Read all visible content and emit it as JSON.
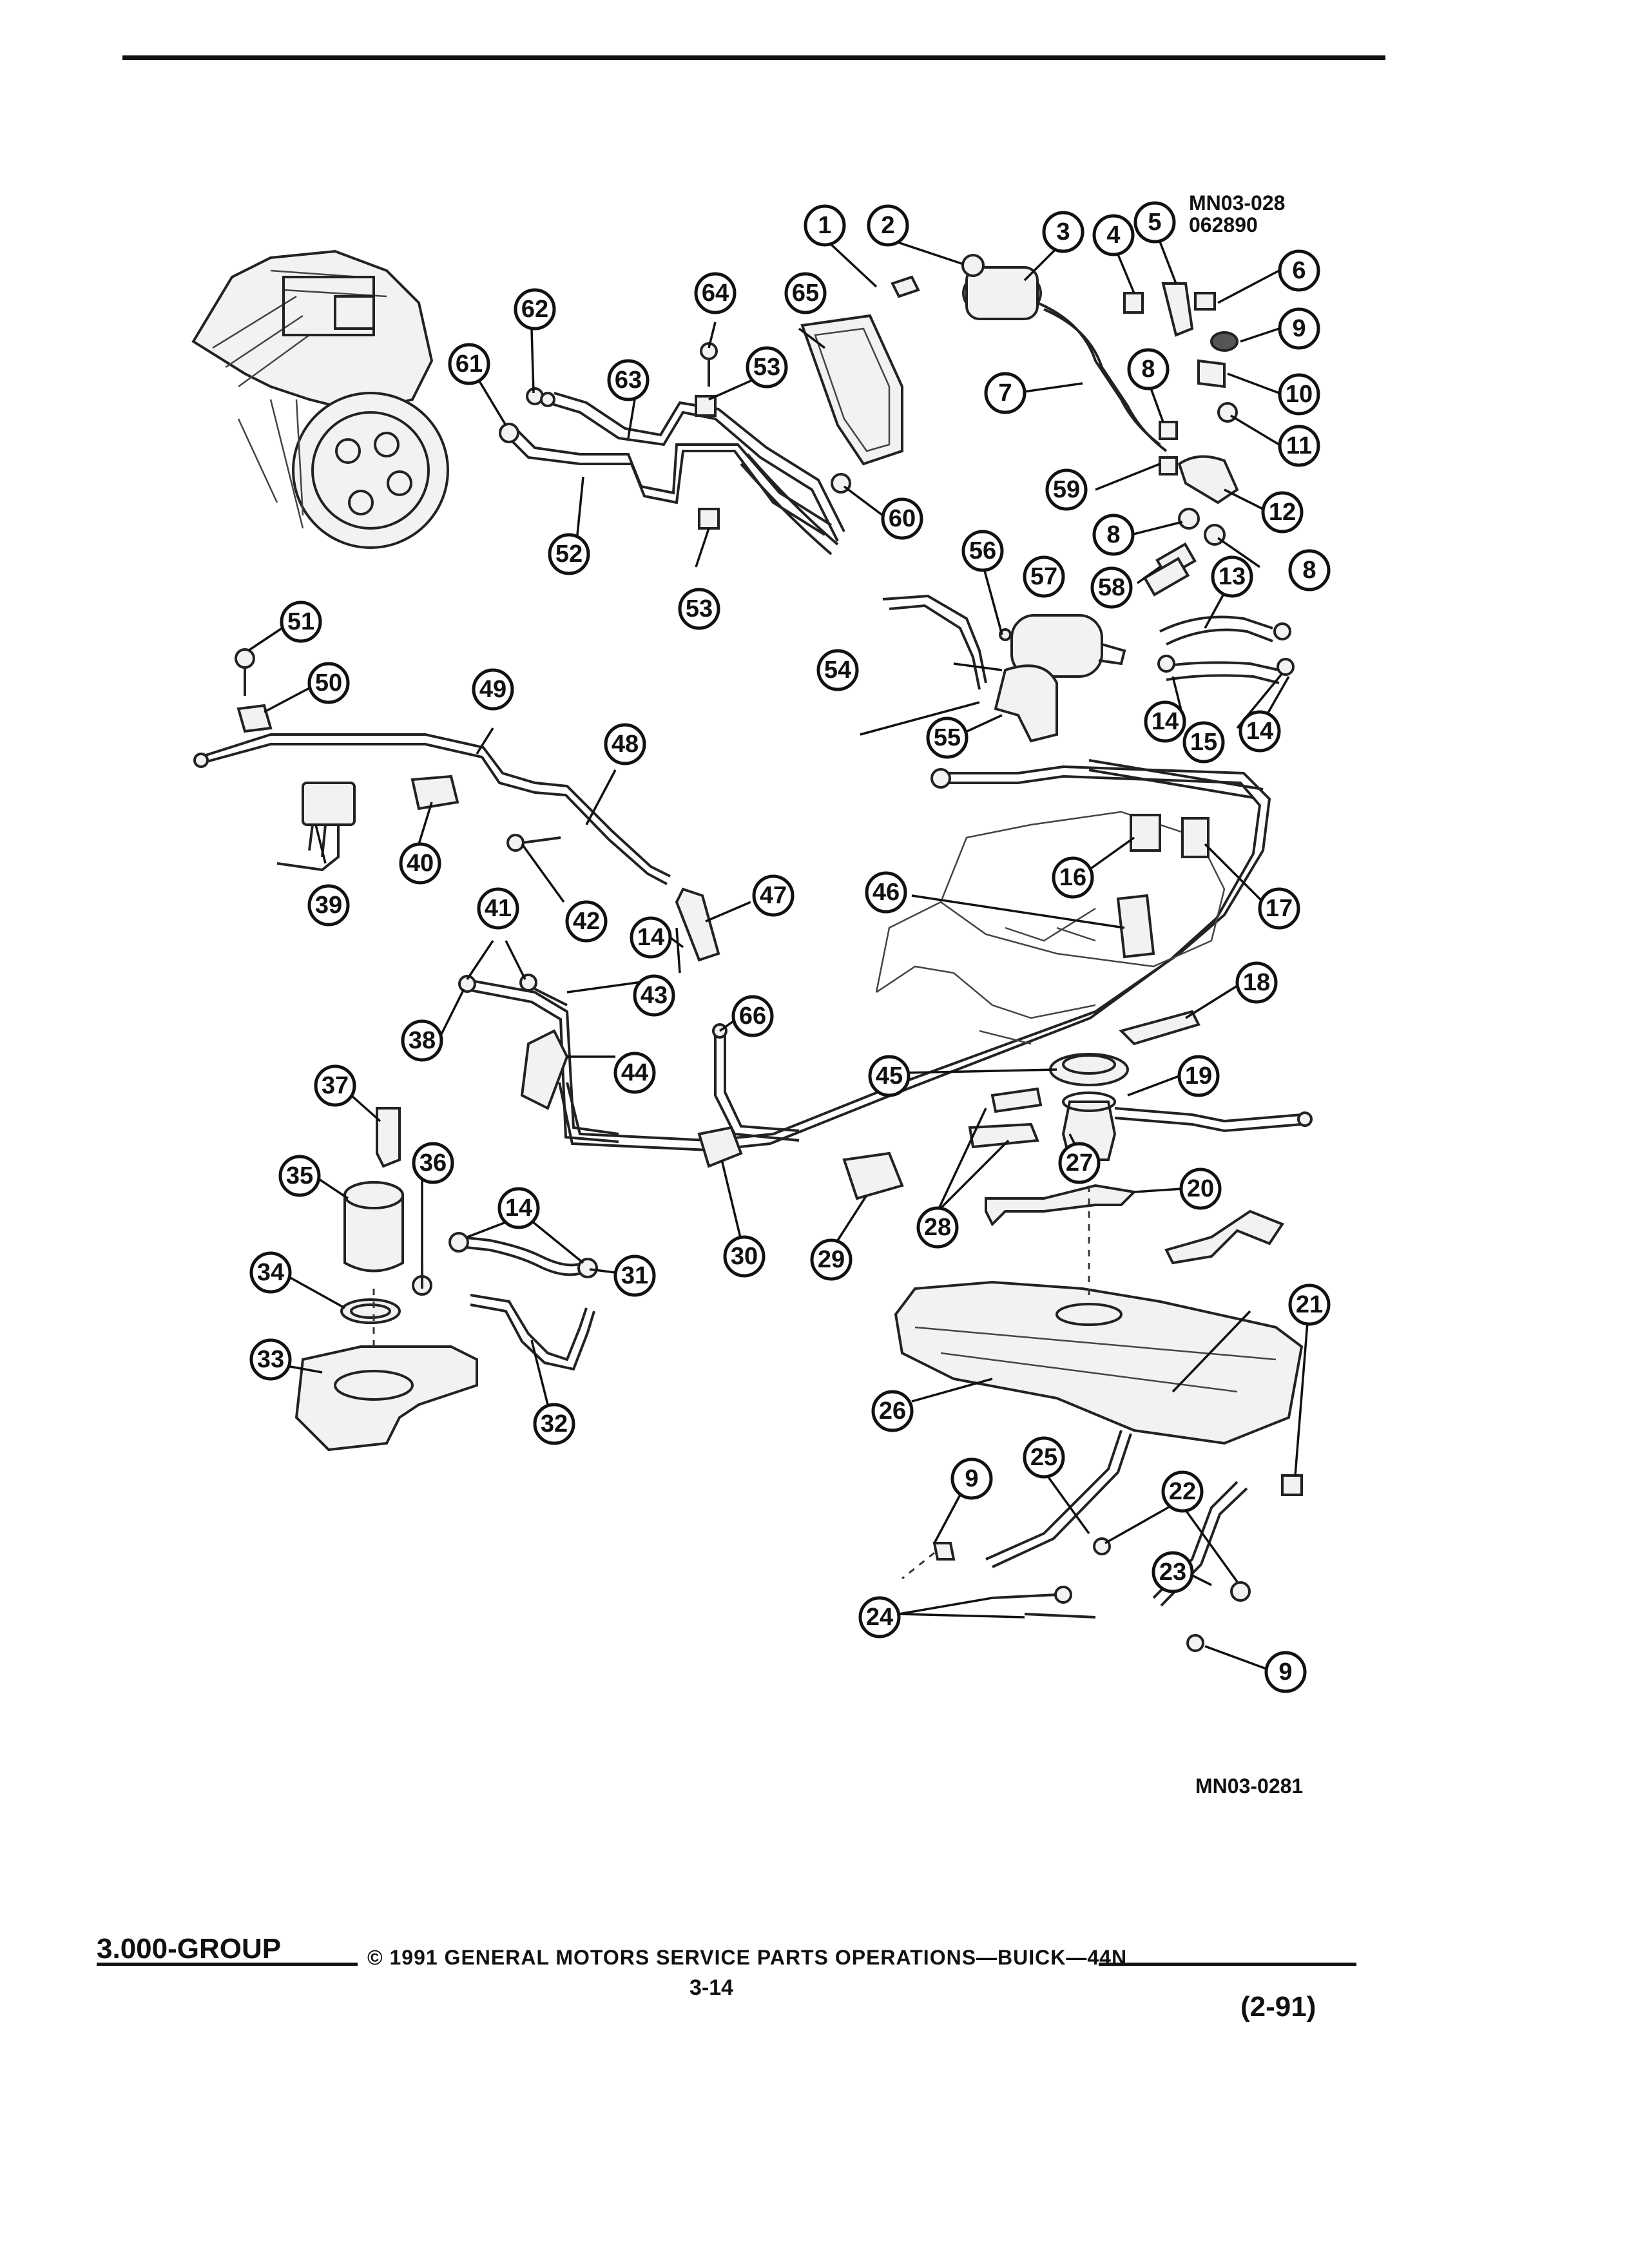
{
  "header": {
    "code_line1": "MN03-028",
    "code_line2": "062890"
  },
  "figure_code": "MN03-0281",
  "callouts": [
    "1",
    "2",
    "3",
    "4",
    "5",
    "6",
    "7",
    "8",
    "9",
    "10",
    "11",
    "12",
    "13",
    "14",
    "15",
    "16",
    "17",
    "18",
    "19",
    "20",
    "21",
    "22",
    "23",
    "24",
    "25",
    "26",
    "27",
    "28",
    "29",
    "30",
    "31",
    "32",
    "33",
    "34",
    "35",
    "36",
    "37",
    "38",
    "39",
    "40",
    "41",
    "42",
    "43",
    "44",
    "45",
    "46",
    "47",
    "48",
    "49",
    "50",
    "51",
    "52",
    "53",
    "54",
    "55",
    "56",
    "57",
    "58",
    "59",
    "60",
    "61",
    "62",
    "63",
    "64",
    "65",
    "66"
  ],
  "footer": {
    "group": "3.000-GROUP",
    "copyright": "© 1991 GENERAL MOTORS SERVICE PARTS OPERATIONS—BUICK—44N",
    "page": "3-14",
    "date_code": "(2-91)"
  }
}
